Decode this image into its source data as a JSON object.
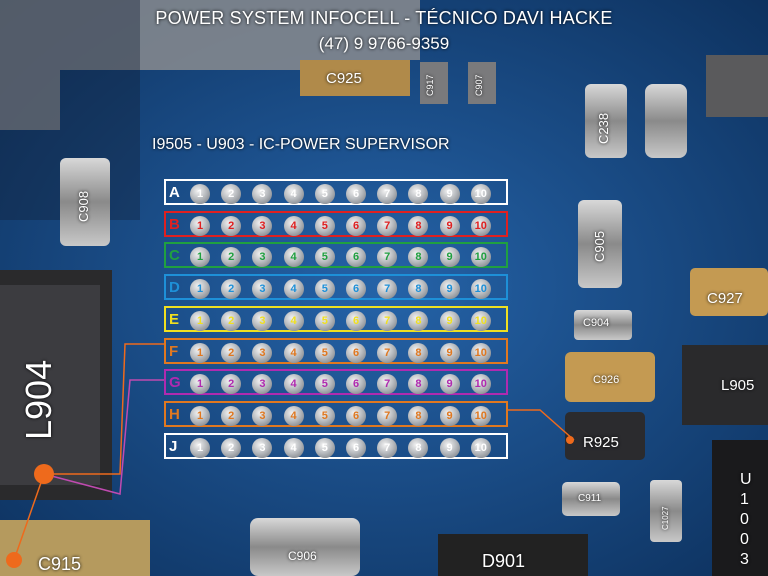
{
  "header": {
    "line1": "POWER SYSTEM INFOCELL - TÉCNICO DAVI HACKE",
    "line2": "(47) 9 9766-9359"
  },
  "ic_title": "I9505 - U903 - IC-POWER SUPERVISOR",
  "pins": [
    "1",
    "2",
    "3",
    "4",
    "5",
    "6",
    "7",
    "8",
    "9",
    "10"
  ],
  "rows": [
    {
      "label": "A",
      "color": "#ffffff"
    },
    {
      "label": "B",
      "color": "#e02020"
    },
    {
      "label": "C",
      "color": "#20a040"
    },
    {
      "label": "D",
      "color": "#1e90d8"
    },
    {
      "label": "E",
      "color": "#f0e020"
    },
    {
      "label": "F",
      "color": "#e07820"
    },
    {
      "label": "G",
      "color": "#b02ab0"
    },
    {
      "label": "H",
      "color": "#e07820"
    },
    {
      "label": "J",
      "color": "#ffffff"
    }
  ],
  "components": {
    "c925": "C925",
    "c917": "C917",
    "c907": "C907",
    "c238": "C238",
    "c908": "C908",
    "c905": "C905",
    "c927": "C927",
    "c904": "C904",
    "c926": "C926",
    "l905": "L905",
    "r925": "R925",
    "c911": "C911",
    "c1027": "C1027",
    "l904": "L904",
    "c915": "C915",
    "c906": "C906",
    "d901": "D901",
    "u1003": "U\n1\n0\n0\n3"
  },
  "colors": {
    "board": "#0b2f5c",
    "trace_orange": "#ee6a1c",
    "trace_magenta": "#c04ab0"
  }
}
